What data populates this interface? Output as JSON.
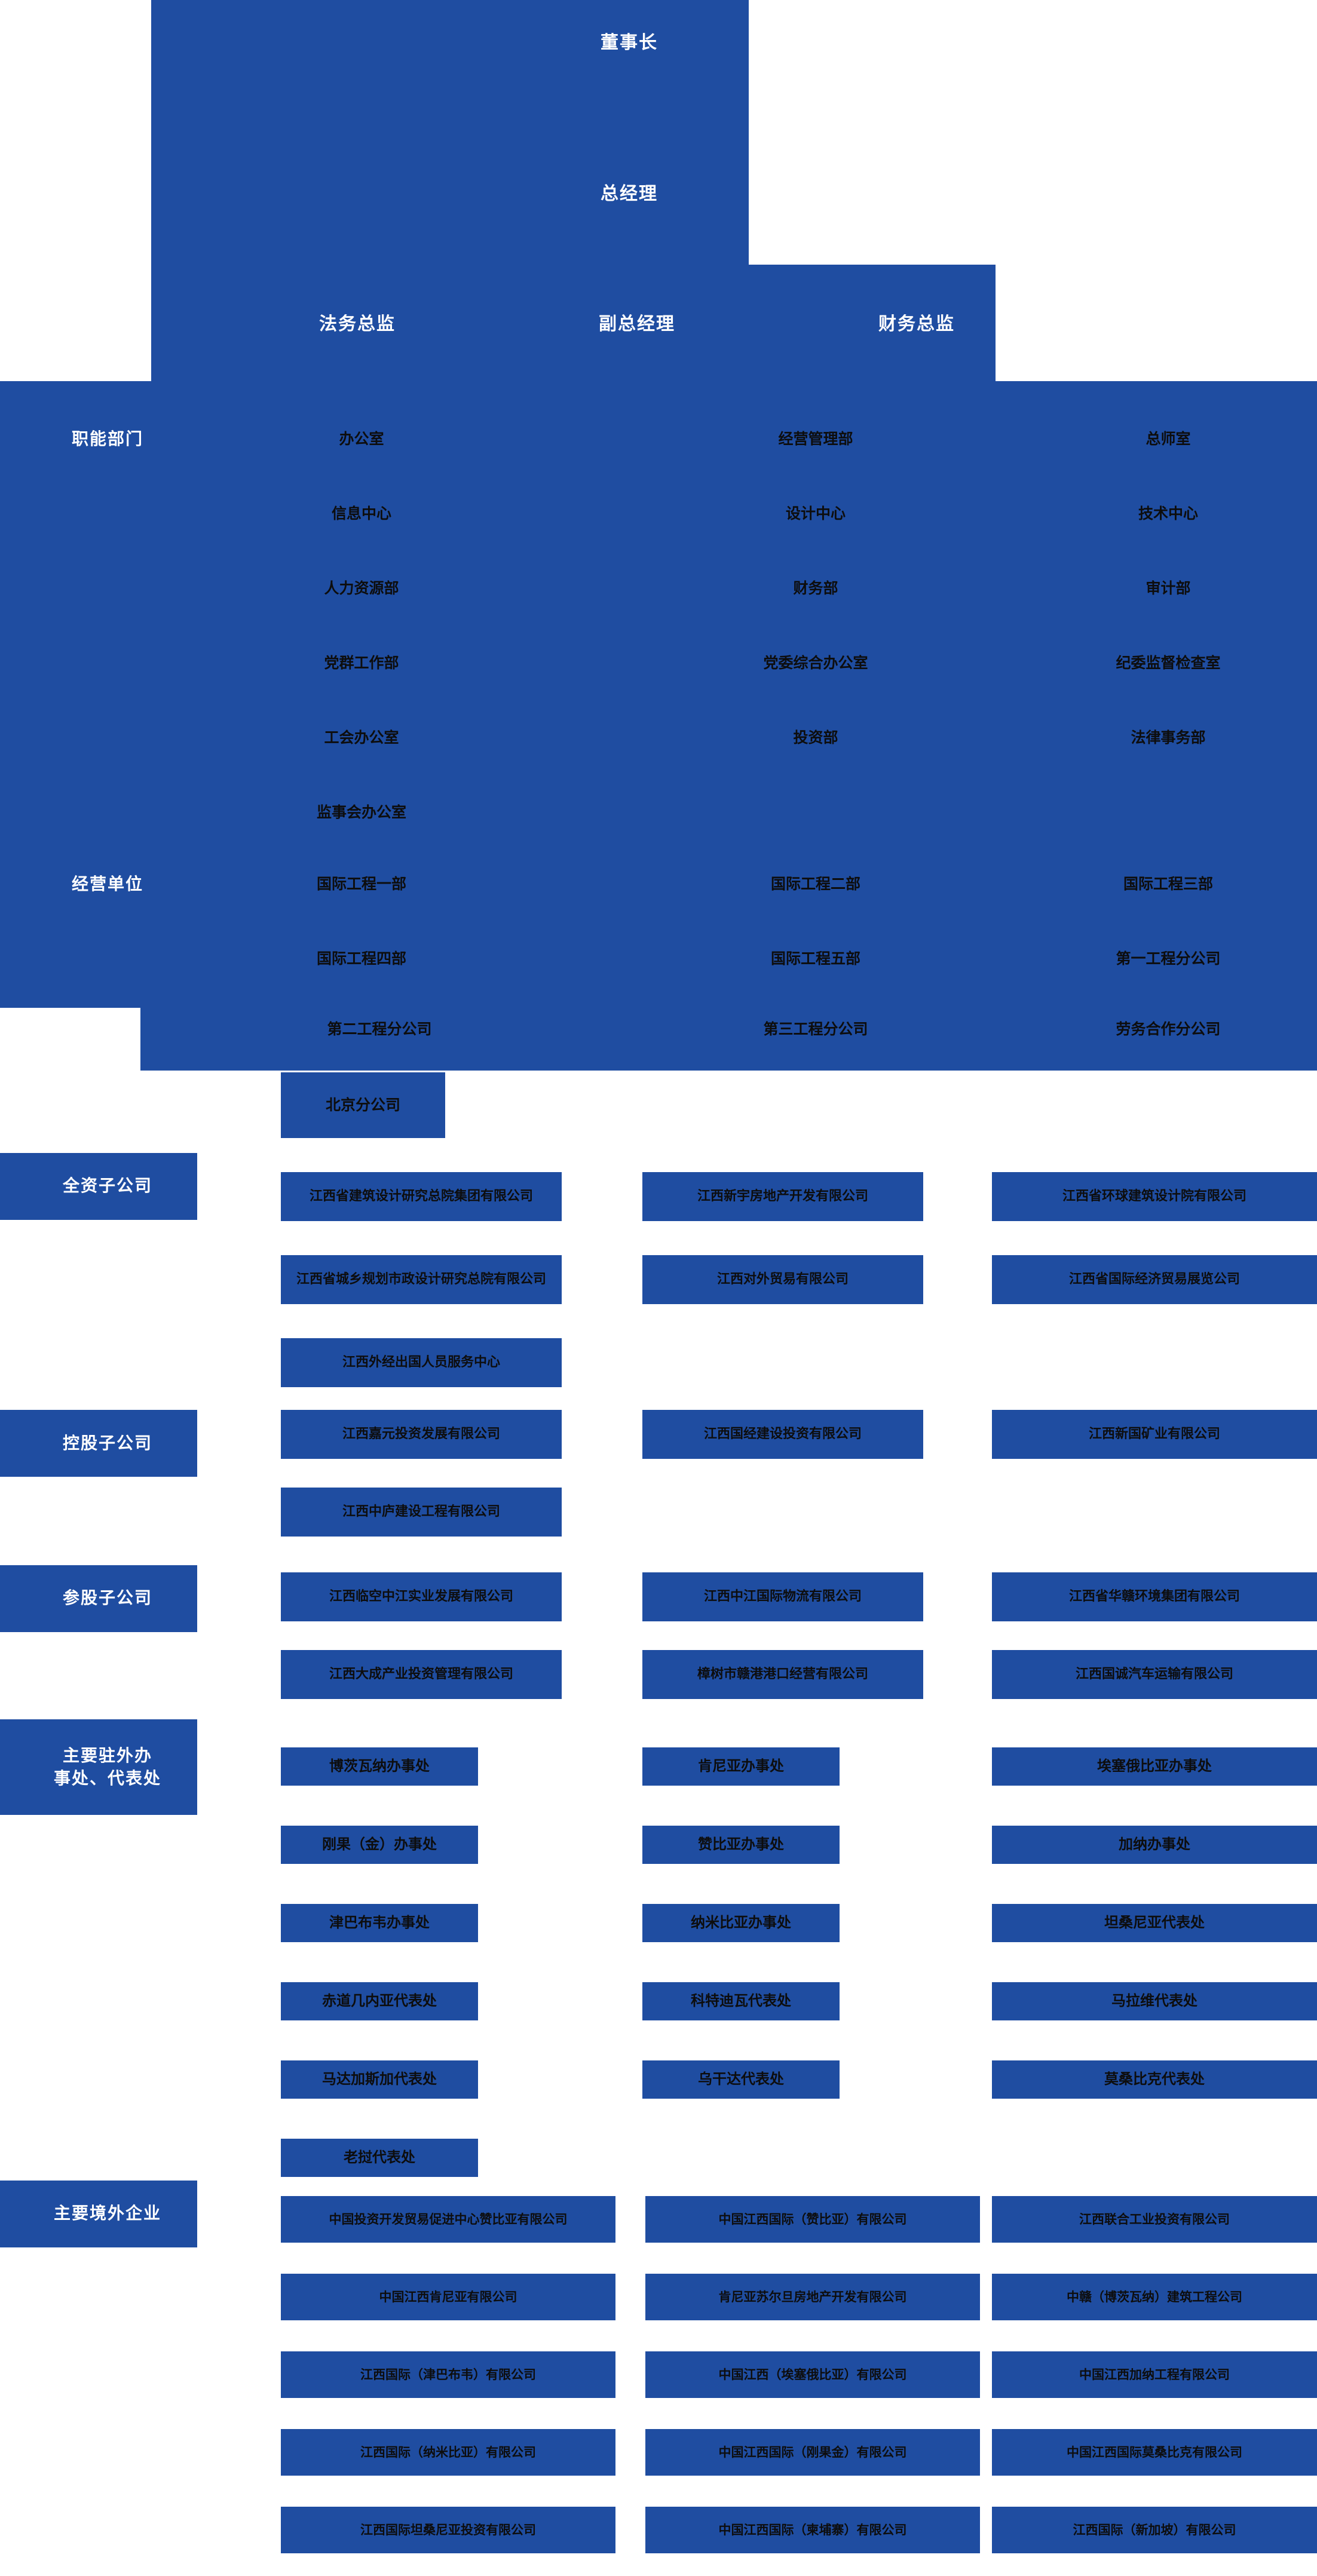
{
  "meta": {
    "brand_blue": "#1f4da1",
    "text_dark": "#0d0d0d",
    "text_light": "#ffffff"
  },
  "executives": {
    "chairman": "董事长",
    "general_manager": "总经理",
    "legal_director": "法务总监",
    "deputy_general_manager": "副总经理",
    "finance_director": "财务总监"
  },
  "categories": {
    "functional_departments": "职能部门",
    "business_units": "经营单位",
    "wholly_owned": "全资子公司",
    "holding": "控股子公司",
    "participating": "参股子公司",
    "offices_line1": "主要驻外办",
    "offices_line2": "事处、代表处",
    "overseas_enterprises": "主要境外企业"
  },
  "functional_departments": {
    "col1": [
      "办公室",
      "信息中心",
      "人力资源部",
      "党群工作部",
      "工会办公室",
      "监事会办公室"
    ],
    "col2": [
      "经营管理部",
      "设计中心",
      "财务部",
      "党委综合办公室",
      "投资部"
    ],
    "col3": [
      "总师室",
      "技术中心",
      "审计部",
      "纪委监督检查室",
      "法律事务部"
    ]
  },
  "business_units": {
    "col1": [
      "国际工程一部",
      "国际工程四部",
      "第二工程分公司",
      "北京分公司"
    ],
    "col2": [
      "国际工程二部",
      "国际工程五部",
      "第三工程分公司"
    ],
    "col3": [
      "国际工程三部",
      "第一工程分公司",
      "劳务合作分公司"
    ]
  },
  "wholly_owned": {
    "col1": [
      "江西省建筑设计研究总院集团有限公司",
      "江西省城乡规划市政设计研究总院有限公司",
      "江西外经出国人员服务中心"
    ],
    "col2": [
      "江西新宇房地产开发有限公司",
      "江西对外贸易有限公司"
    ],
    "col3": [
      "江西省环球建筑设计院有限公司",
      "江西省国际经济贸易展览公司"
    ]
  },
  "holding": {
    "col1": [
      "江西嘉元投资发展有限公司",
      "江西中庐建设工程有限公司"
    ],
    "col2": [
      "江西国经建设投资有限公司"
    ],
    "col3": [
      "江西新国矿业有限公司"
    ]
  },
  "participating": {
    "col1": [
      "江西临空中江实业发展有限公司",
      "江西大成产业投资管理有限公司"
    ],
    "col2": [
      "江西中江国际物流有限公司",
      "樟树市赣港港口经营有限公司"
    ],
    "col3": [
      "江西省华赣环境集团有限公司",
      "江西国诚汽车运输有限公司"
    ]
  },
  "offices": {
    "col1": [
      "博茨瓦纳办事处",
      "刚果（金）办事处",
      "津巴布韦办事处",
      "赤道几内亚代表处",
      "马达加斯加代表处",
      "老挝代表处"
    ],
    "col2": [
      "肯尼亚办事处",
      "赞比亚办事处",
      "纳米比亚办事处",
      "科特迪瓦代表处",
      "乌干达代表处"
    ],
    "col3": [
      "埃塞俄比亚办事处",
      "加纳办事处",
      "坦桑尼亚代表处",
      "马拉维代表处",
      "莫桑比克代表处"
    ]
  },
  "overseas_enterprises": {
    "col1": [
      "中国投资开发贸易促进中心赞比亚有限公司",
      "中国江西肯尼亚有限公司",
      "江西国际（津巴布韦）有限公司",
      "江西国际（纳米比亚）有限公司",
      "江西国际坦桑尼亚投资有限公司"
    ],
    "col2": [
      "中国江西国际（赞比亚）有限公司",
      "肯尼亚苏尔旦房地产开发有限公司",
      "中国江西（埃塞俄比亚）有限公司",
      "中国江西国际（刚果金）有限公司",
      "中国江西国际（柬埔寨）有限公司"
    ],
    "col3": [
      "江西联合工业投资有限公司",
      "中赣（博茨瓦纳）建筑工程公司",
      "中国江西加纳工程有限公司",
      "中国江西国际莫桑比克有限公司",
      "江西国际（新加坡）有限公司"
    ]
  }
}
